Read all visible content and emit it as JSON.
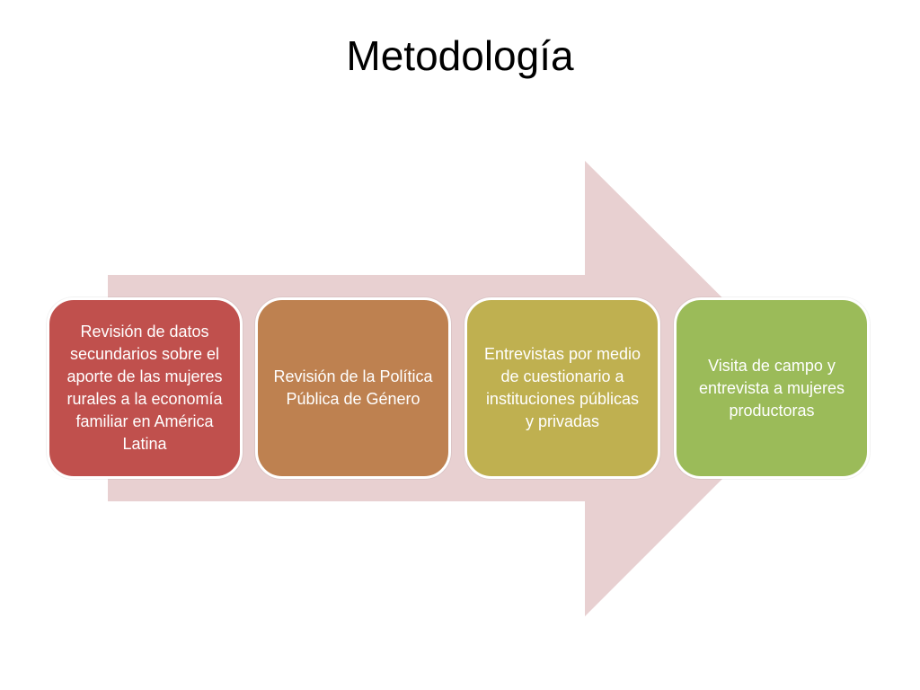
{
  "slide": {
    "title": "Metodología"
  },
  "colors": {
    "arrow": "#e8d0d1",
    "step_1": "#c0504d",
    "step_2": "#be8150",
    "step_3": "#bfb050",
    "step_4": "#9bbb59"
  },
  "steps": [
    {
      "text": "Revisión de datos secundarios sobre el aporte de las mujeres rurales a la economía familiar en América Latina"
    },
    {
      "text": "Revisión de la Política Pública de Género"
    },
    {
      "text": "Entrevistas por medio de cuestionario a instituciones públicas y privadas"
    },
    {
      "text": "Visita de campo y entrevista a mujeres productoras"
    }
  ]
}
